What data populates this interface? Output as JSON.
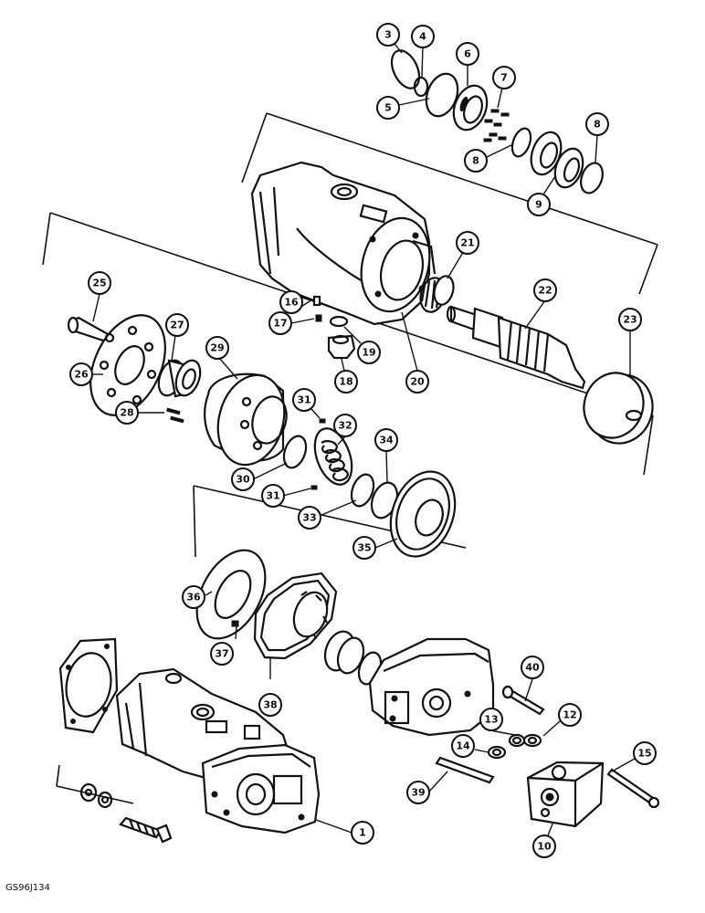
{
  "figure": {
    "code": "GS96J134",
    "ink_color": "#111111",
    "background_color": "#ffffff"
  },
  "callouts": [
    "1",
    "3",
    "4",
    "5",
    "6",
    "7",
    "8",
    "8",
    "9",
    "10",
    "12",
    "13",
    "14",
    "15",
    "16",
    "17",
    "18",
    "19",
    "20",
    "21",
    "22",
    "23",
    "25",
    "26",
    "27",
    "28",
    "29",
    "30",
    "31",
    "31",
    "32",
    "33",
    "34",
    "35",
    "36",
    "37",
    "38",
    "39",
    "40"
  ]
}
